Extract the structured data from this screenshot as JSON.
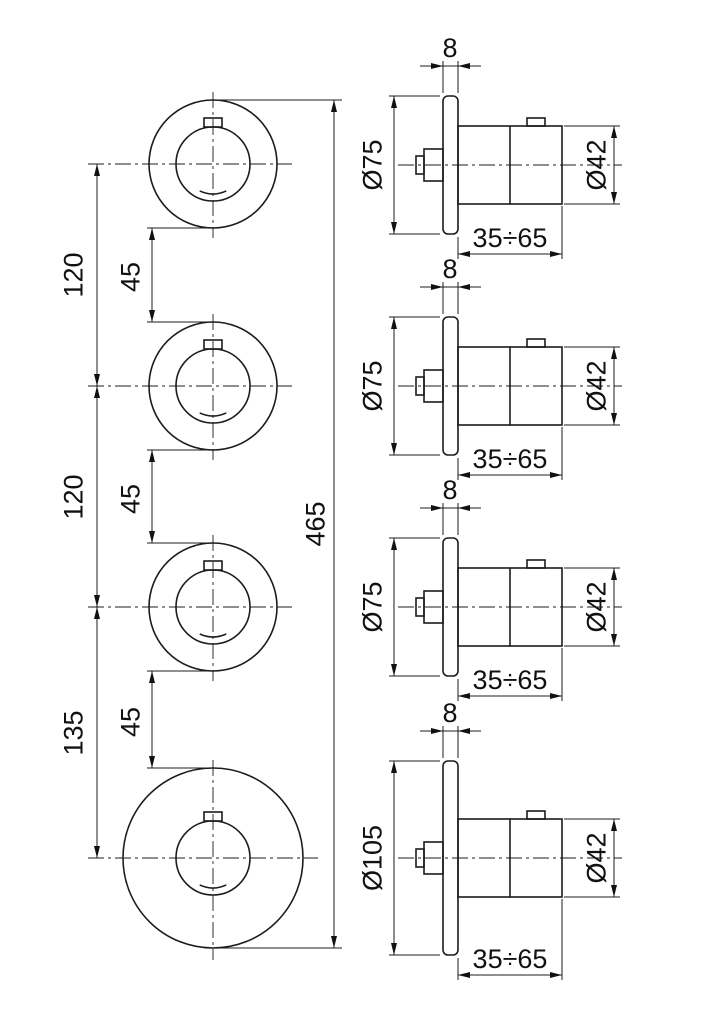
{
  "drawing": {
    "front": {
      "left_dims": [
        "120",
        "120",
        "135"
      ],
      "mid_dims": [
        "45",
        "45",
        "45"
      ],
      "total_height": "465"
    },
    "side_views": [
      {
        "thickness": "8",
        "flange_dia": "Ø75",
        "body_dia": "Ø42",
        "depth": "35÷65"
      },
      {
        "thickness": "8",
        "flange_dia": "Ø75",
        "body_dia": "Ø42",
        "depth": "35÷65"
      },
      {
        "thickness": "8",
        "flange_dia": "Ø75",
        "body_dia": "Ø42",
        "depth": "35÷65"
      },
      {
        "thickness": "8",
        "flange_dia": "Ø105",
        "body_dia": "Ø42",
        "depth": "35÷65"
      }
    ],
    "colors": {
      "line": "#1c1c1c",
      "background": "#ffffff"
    }
  }
}
